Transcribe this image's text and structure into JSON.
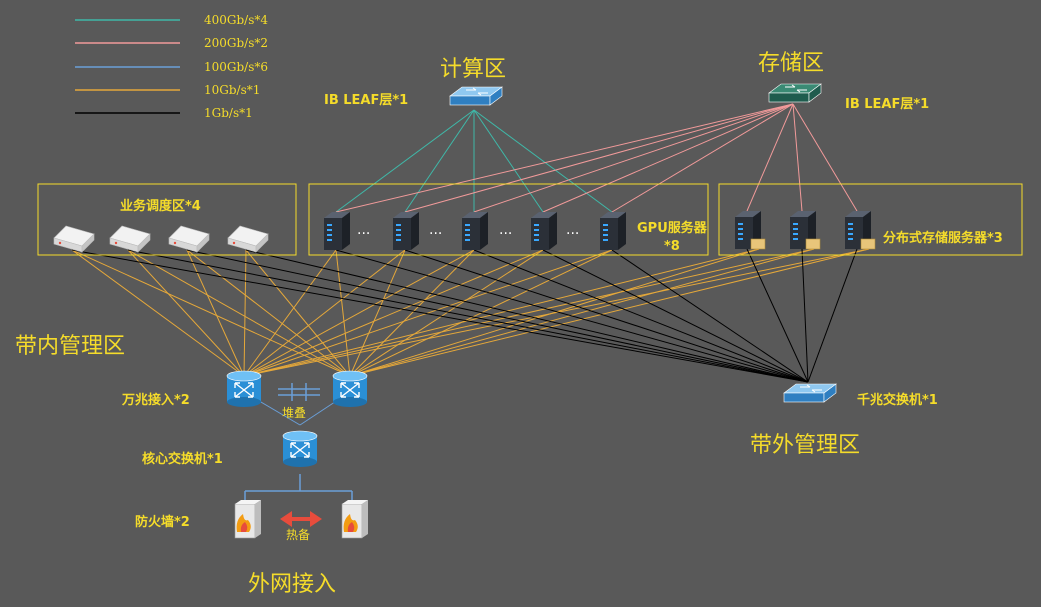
{
  "colors": {
    "background": "#595959",
    "accent_text": "#f5dc2a",
    "line_400g": "#3fb8a8",
    "line_200g": "#f19a9a",
    "line_100g": "#6a9fd8",
    "line_10g": "#e5a83a",
    "line_1g": "#000000"
  },
  "legend": [
    {
      "label": "400Gb/s*4",
      "color": "#3fb8a8"
    },
    {
      "label": "200Gb/s*2",
      "color": "#f19a9a"
    },
    {
      "label": "100Gb/s*6",
      "color": "#6a9fd8"
    },
    {
      "label": "10Gb/s*1",
      "color": "#e5a83a"
    },
    {
      "label": "1Gb/s*1",
      "color": "#000000"
    }
  ],
  "zones": {
    "compute": "计算区",
    "storage": "存储区",
    "inband": "带内管理区",
    "outband": "带外管理区",
    "external": "外网接入"
  },
  "labels": {
    "ib_leaf_compute": "IB LEAF层*1",
    "ib_leaf_storage": "IB LEAF层*1",
    "business": "业务调度区*4",
    "gpu_line1": "GPU服务器",
    "gpu_line2": "*8",
    "storage_servers": "分布式存储服务器*3",
    "tengig_access": "万兆接入*2",
    "stack": "堆叠",
    "core_switch": "核心交换机*1",
    "firewall": "防火墙*2",
    "hot_standby": "热备",
    "gig_switch": "千兆交换机*1",
    "dots": "···"
  },
  "icons": {
    "ib_switch": "network-switch-icon",
    "business_server": "rack-server-icon",
    "gpu_server": "tower-server-icon",
    "storage_server": "storage-server-icon",
    "router": "router-icon",
    "core_switch": "core-switch-icon",
    "firewall": "firewall-icon",
    "gig_switch": "network-switch-icon"
  }
}
